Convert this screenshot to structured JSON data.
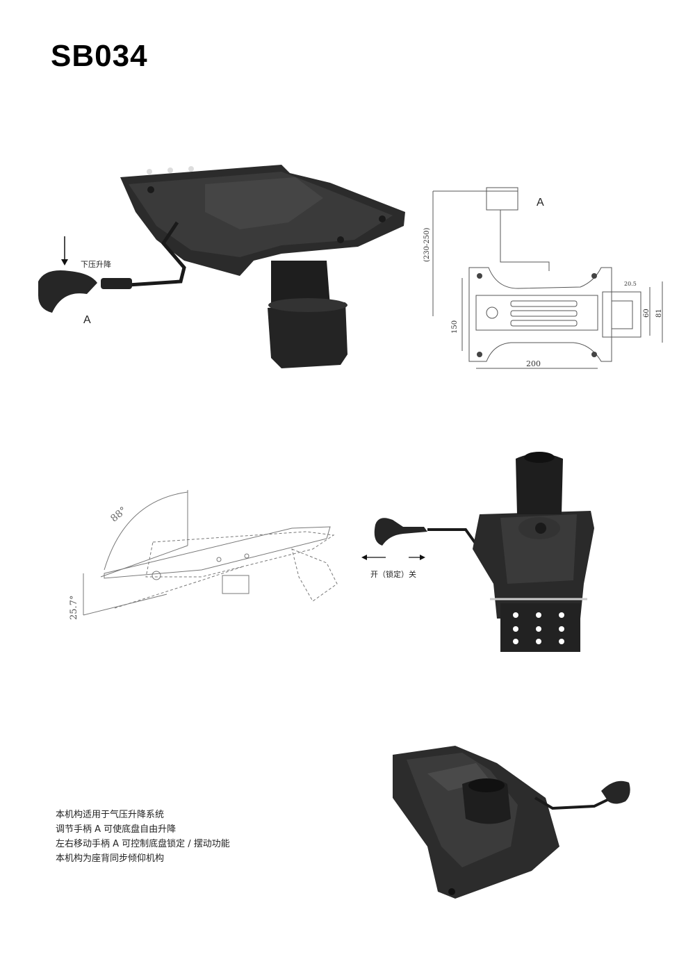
{
  "title": "SB034",
  "labels": {
    "press": "下压升降",
    "handle_a": "A",
    "diagram_a": "A",
    "lock": "开（锁定）关"
  },
  "dimensions": {
    "height_range": "(230-250)",
    "d150": "150",
    "d200": "200",
    "d20_5": "20.5",
    "d60": "60",
    "d81": "81"
  },
  "angles": {
    "top": "88°",
    "bottom": "25.7°"
  },
  "description": [
    "本机构适用于气压升降系统",
    "调节手柄 A 可使底盘自由升降",
    "左右移动手柄 A 可控制底盘锁定 / 摆动功能",
    "本机构为座背同步倾仰机构"
  ]
}
